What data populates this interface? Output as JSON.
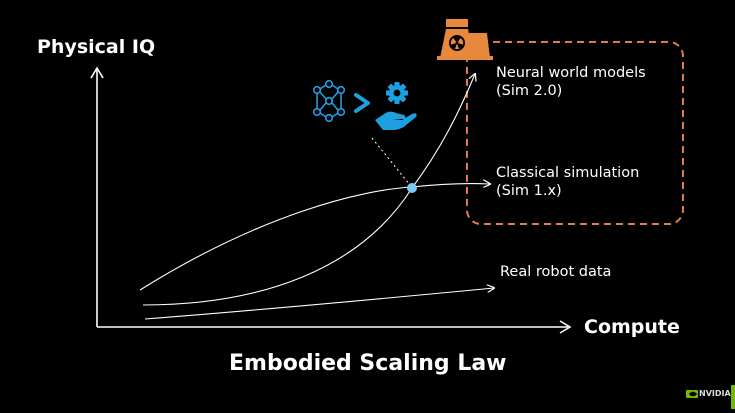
{
  "axes": {
    "y_title": "Physical IQ",
    "x_title": "Compute"
  },
  "curves": {
    "neural_line1": "Neural world models",
    "neural_line2": "(Sim 2.0)",
    "classical_line1": "Classical simulation",
    "classical_line2": "(Sim 1.x)",
    "real": "Real robot data"
  },
  "title": "Embodied Scaling Law",
  "logo": {
    "text": "NVIDIA"
  },
  "icons": {
    "power_plant": "nuclear-power-plant-icon",
    "neural_net": "neural-network-icon",
    "compare": "greater-than-icon",
    "compute_hand": "gear-on-hand-icon"
  },
  "colors": {
    "background": "#000000",
    "foreground": "#ffffff",
    "accent_orange": "#e8883a",
    "dashed_box": "#e07b50",
    "icon_blue": "#1e9fe0",
    "crossover_dot": "#7ec8f0",
    "logo_green": "#76b900"
  }
}
